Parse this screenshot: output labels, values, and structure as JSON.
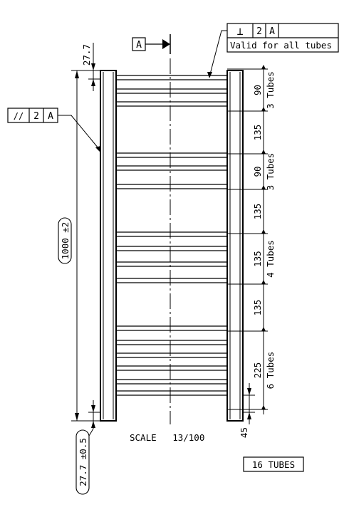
{
  "datum_flag": {
    "letter": "A"
  },
  "perpendicularity_fcf": {
    "symbol": "⊥",
    "tolerance": "2",
    "datum": "A",
    "note": "Valid for all tubes"
  },
  "parallelism_fcf": {
    "symbol": "//",
    "tolerance": "2",
    "datum": "A"
  },
  "dims": {
    "top_offset": "27.7",
    "overall_height": "1000 ±2",
    "bottom_offset": "27.7 ±0.5",
    "bottom_gap": "45"
  },
  "right_dims": [
    {
      "value": "90",
      "label": "3 Tubes"
    },
    {
      "value": "135",
      "label": ""
    },
    {
      "value": "90",
      "label": "3 Tubes"
    },
    {
      "value": "135",
      "label": ""
    },
    {
      "value": "135",
      "label": "4 Tubes"
    },
    {
      "value": "135",
      "label": ""
    },
    {
      "value": "225",
      "label": "6 Tubes"
    }
  ],
  "scale_text": "SCALE   13/100",
  "tube_count": "16 TUBES"
}
